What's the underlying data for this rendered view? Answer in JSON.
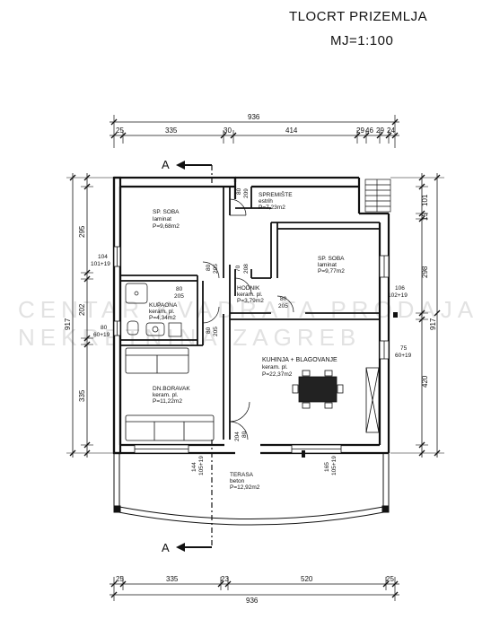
{
  "header": {
    "title": "TLOCRT PRIZEMLJA",
    "scale": "MJ=1:100"
  },
  "watermark": "CENTAR KVADRATA PRODAJA NEKRETNINA ZAGREB",
  "section_marks": {
    "top": "A",
    "bottom": "A"
  },
  "dimensions": {
    "top_total": "936",
    "top_segments": [
      "25",
      "335",
      "30",
      "414",
      "29",
      "46",
      "29",
      "24"
    ],
    "bottom_total": "936",
    "bottom_segments": [
      "25",
      "335",
      "23",
      "520",
      "25"
    ],
    "left_total": "917",
    "left_segments": [
      "295",
      "202",
      "335"
    ],
    "right_total": "917",
    "right_segments": [
      "101",
      "15",
      "298",
      "420"
    ]
  },
  "rooms": [
    {
      "name": "SP. SOBA",
      "finish": "laminat",
      "area": "P=9,68m2"
    },
    {
      "name": "SPREMIŠTE",
      "finish": "estrih",
      "area": "P=7,23m2"
    },
    {
      "name": "SP. SOBA",
      "finish": "laminat",
      "area": "P=9,77m2"
    },
    {
      "name": "KUPAONA",
      "finish": "keram. pl.",
      "area": "P=4,34m2"
    },
    {
      "name": "HODNIK",
      "finish": "keram. pl.",
      "area": "P=3,79m2"
    },
    {
      "name": "KUHINJA + BLAGOVANJE",
      "finish": "keram. pl.",
      "area": "P=22,37m2"
    },
    {
      "name": "DN.BORAVAK",
      "finish": "keram. pl.",
      "area": "P=11,22m2"
    },
    {
      "name": "TERASA",
      "finish": "beton",
      "area": "P=12,92m2"
    }
  ],
  "openings": {
    "win_left_1": "104",
    "win_left_1b": "101+19",
    "win_left_2": "80",
    "win_left_2b": "60+19",
    "win_right_1": "106",
    "win_right_1b": "102+19",
    "win_right_2": "75",
    "win_right_2b": "60+19",
    "door_bath_a": "80",
    "door_bath_b": "205",
    "door_sp_a": "80",
    "door_sp_b": "209",
    "door_h1": "70",
    "door_h2": "208",
    "door_c1": "80",
    "door_c2": "205",
    "door_s1a": "80",
    "door_s1b": "205",
    "door_s2a": "80",
    "door_s2b": "205",
    "door_liv_a": "204",
    "door_liv_b": "80",
    "ter_left_a": "144",
    "ter_left_b": "105+19",
    "ter_right_a": "165",
    "ter_right_b": "105+19"
  }
}
